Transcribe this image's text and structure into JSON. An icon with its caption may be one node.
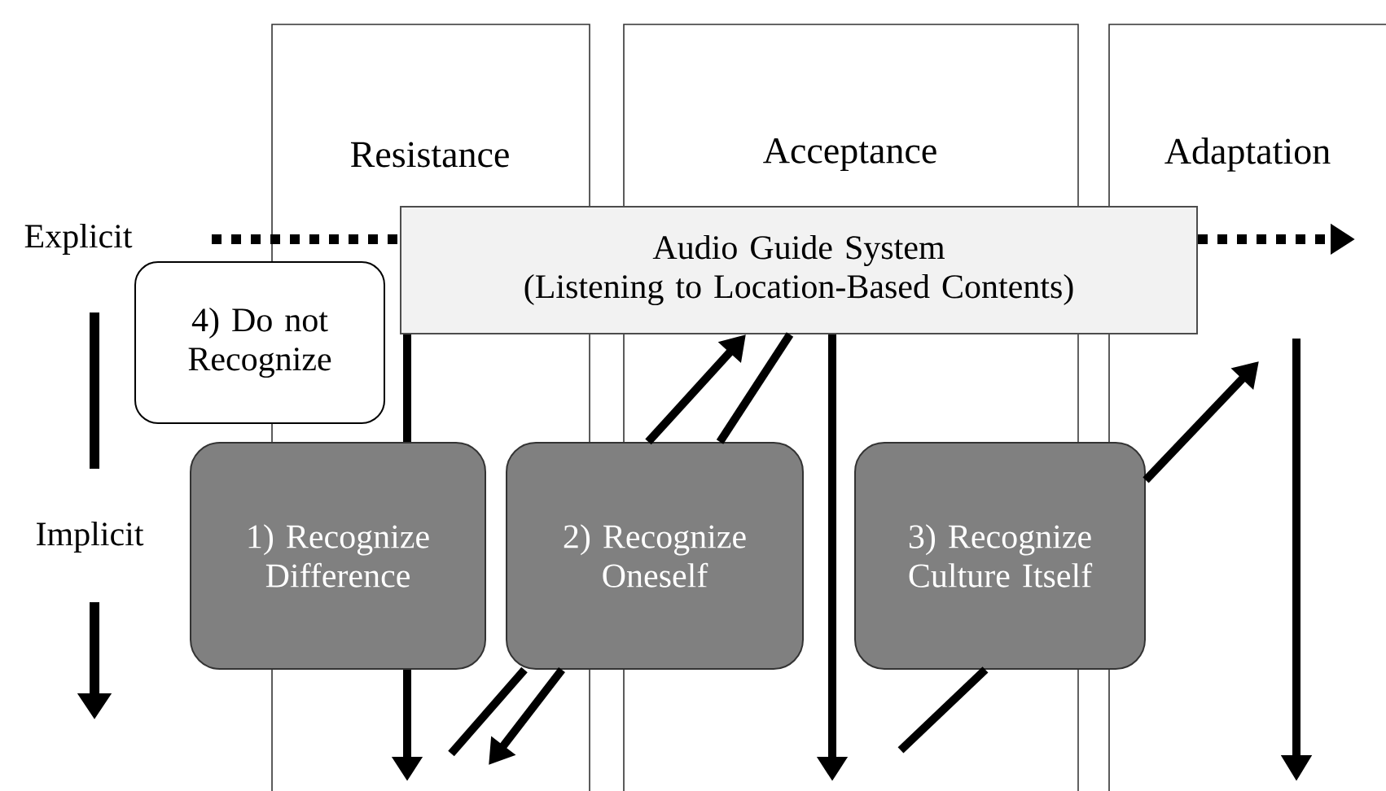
{
  "diagram": {
    "nodes": [
      {
        "text": [
          "Audio Guide System",
          "(Listening to Location-Based Contents)"
        ]
      },
      {
        "text": [
          "4) Do not Recognize"
        ]
      },
      {
        "text": [
          "1) Recognize Difference"
        ]
      },
      {
        "text": [
          "2) Recognize Oneself"
        ]
      },
      {
        "text": [
          "3) Recognize Culture Itself"
        ]
      }
    ],
    "edges": [
      {
        "from": null,
        "to": 0,
        "arrow": "none",
        "style": "dashed"
      },
      {
        "from": 0,
        "to": null,
        "arrow": "to",
        "style": "dashed"
      },
      {
        "from": 0,
        "to": 2,
        "arrow": "none"
      },
      {
        "from": 2,
        "to": null,
        "arrow": "to"
      },
      {
        "from": 3,
        "to": 0,
        "arrow": "to"
      },
      {
        "from": 0,
        "to": 3,
        "arrow": "none"
      },
      {
        "from": 3,
        "to": null,
        "arrow": "none"
      },
      {
        "from": 3,
        "to": null,
        "arrow": "to"
      },
      {
        "from": 0,
        "to": null,
        "arrow": "to"
      },
      {
        "from": null,
        "to": 4,
        "arrow": "none"
      },
      {
        "from": 4,
        "to": null,
        "arrow": "to"
      }
    ],
    "labels": [
      "Resistance",
      "Acceptance",
      "Adaptation",
      "Explicit",
      "Implicit"
    ]
  }
}
